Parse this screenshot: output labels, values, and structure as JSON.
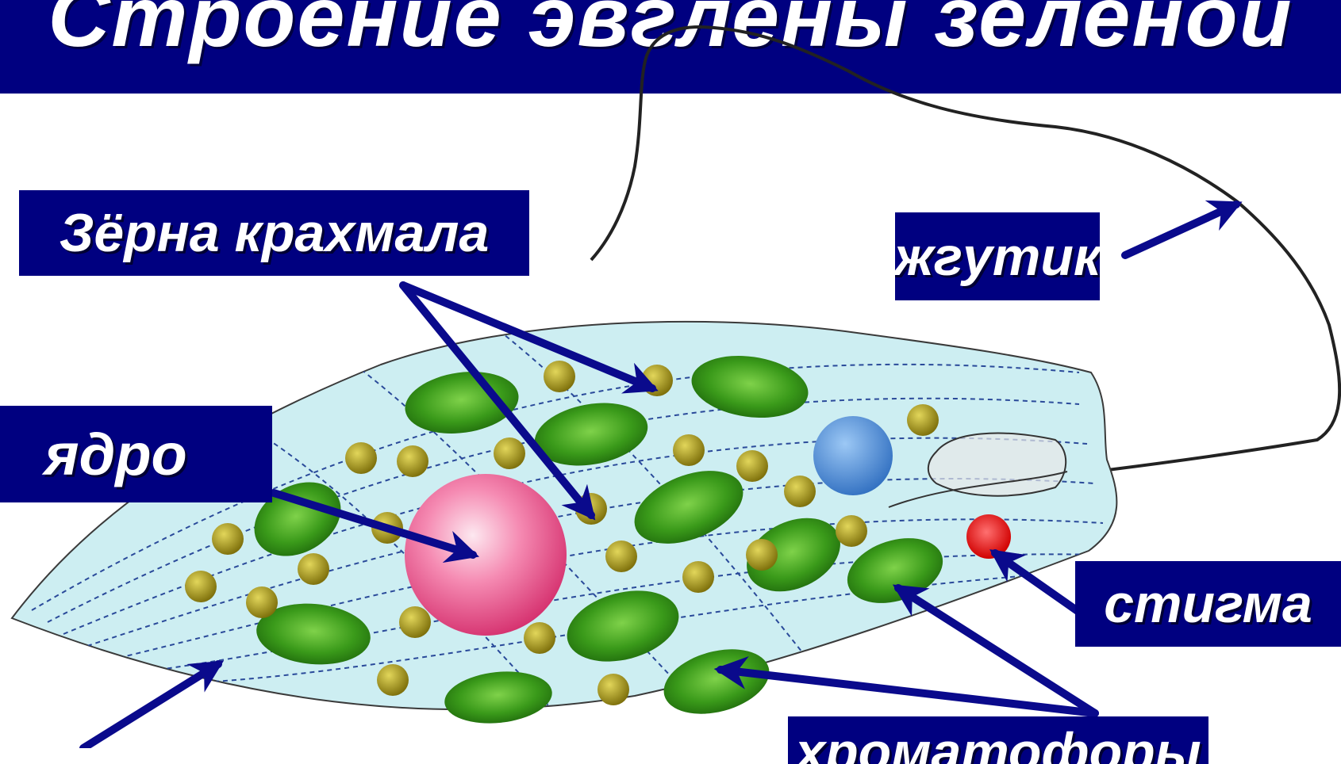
{
  "title": "Строение эвглены зеленой",
  "labels": {
    "starch": "Зёрна крахмала",
    "flagellum": "жгутик",
    "nucleus": "ядро",
    "stigma": "стигма",
    "chromatophores": "хроматофоры"
  },
  "colors": {
    "label_bg": "#000080",
    "label_text": "#ffffff",
    "arrow": "#0a0a8c",
    "cell_fill": "#cdeef2",
    "chromatophore": "#3a9a1a",
    "starch_grain": "#a89a18",
    "nucleus": "#f07fa8",
    "vacuole": "#3a7fd0",
    "stigma": "#e01010"
  }
}
